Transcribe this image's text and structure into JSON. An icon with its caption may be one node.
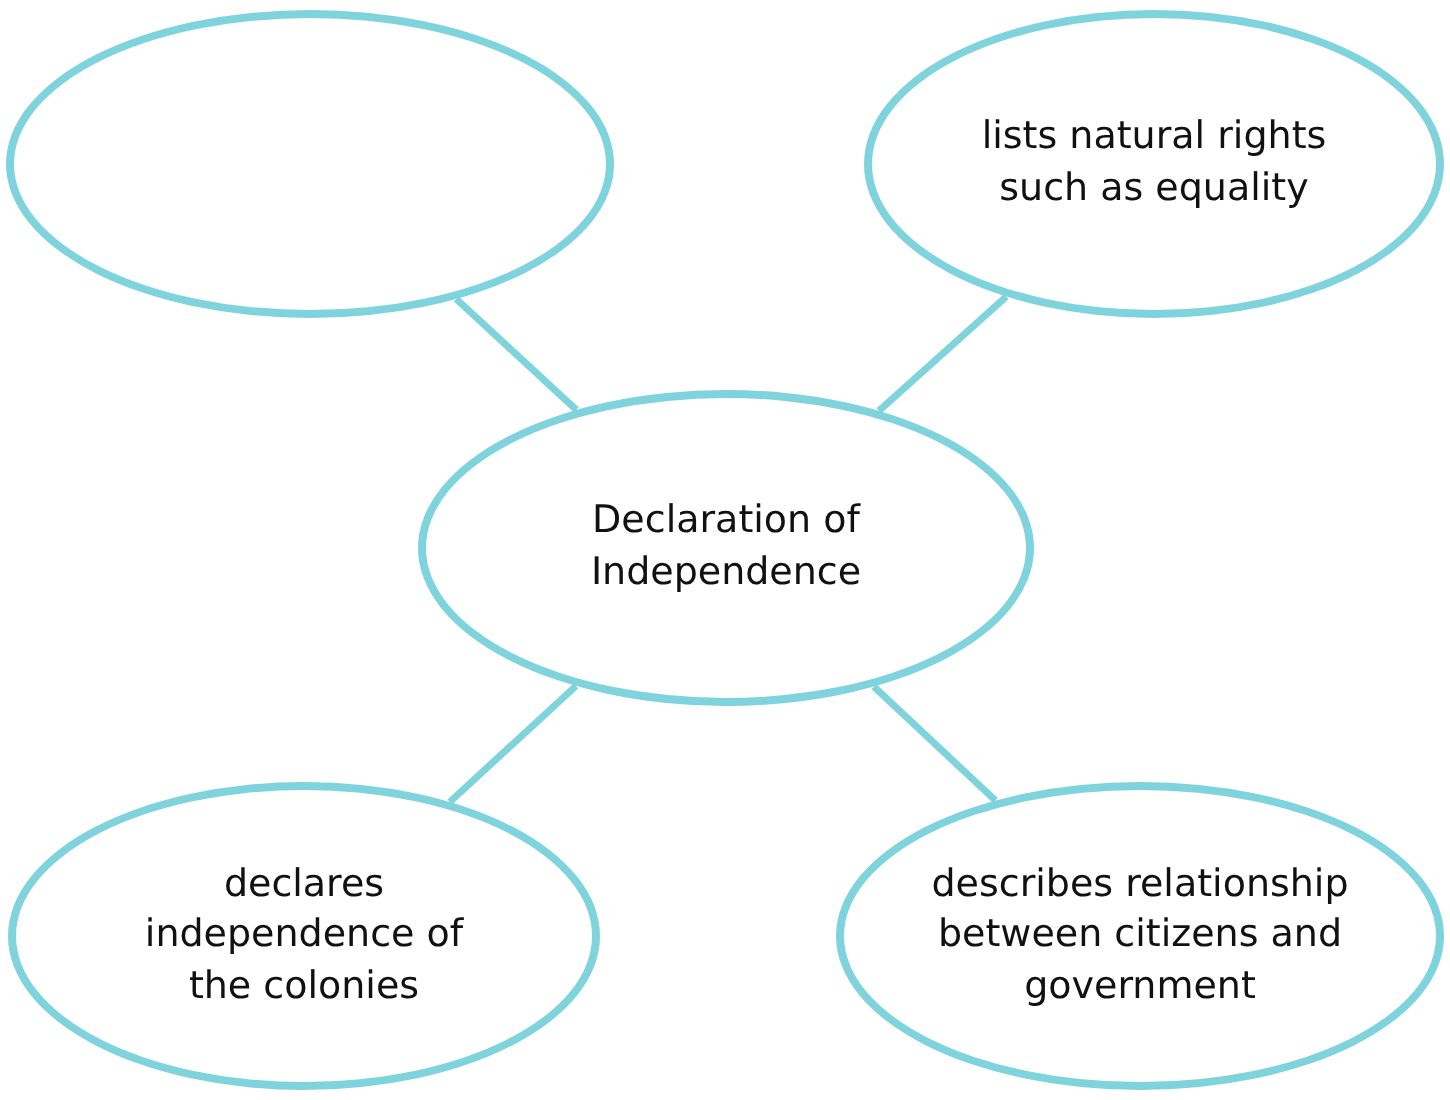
{
  "diagram": {
    "nodes": [
      {
        "text": [],
        "shape": "ellipse"
      },
      {
        "text": [
          "lists natural rights such as equality"
        ]
      },
      {
        "text": [
          "Declaration of Independence"
        ]
      },
      {
        "text": [
          "declares independence of the colonies"
        ]
      },
      {
        "text": [
          "describes relationship between citizens and government"
        ]
      }
    ],
    "edges": [
      {
        "from": 2,
        "to": 0,
        "arrow": "none"
      },
      {
        "from": 2,
        "to": 1,
        "arrow": "none"
      },
      {
        "from": 2,
        "to": 3,
        "arrow": "none"
      },
      {
        "from": 2,
        "to": 4,
        "arrow": "none"
      }
    ]
  }
}
